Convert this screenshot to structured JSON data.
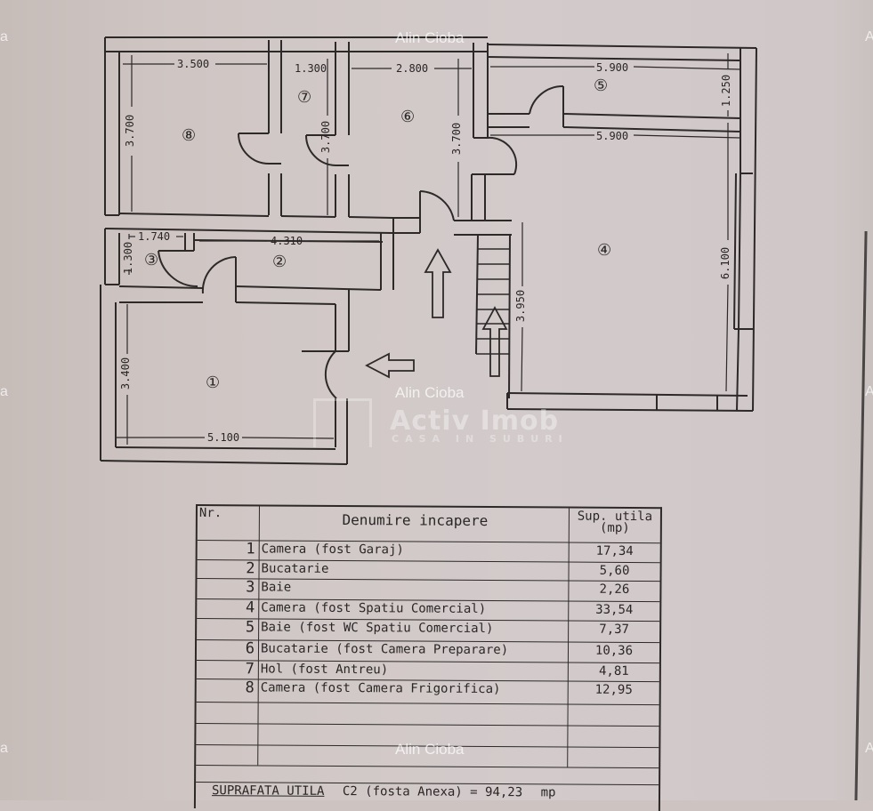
{
  "document": {
    "type": "floor-plan",
    "colors": {
      "paper": "#cfc6c4",
      "ink": "#2d2929",
      "watermark": "#ffffff"
    }
  },
  "watermarks": {
    "author": "Alin Cioba",
    "brand": "Activ Imob",
    "brand_tagline": "CASA IN SUBURI",
    "edge_fragment_left": "a",
    "edge_fragment_right": "A"
  },
  "plan": {
    "rooms": [
      {
        "id": "1",
        "label": "①"
      },
      {
        "id": "2",
        "label": "②"
      },
      {
        "id": "3",
        "label": "③"
      },
      {
        "id": "4",
        "label": "④"
      },
      {
        "id": "5",
        "label": "⑤"
      },
      {
        "id": "6",
        "label": "⑥"
      },
      {
        "id": "7",
        "label": "⑦"
      },
      {
        "id": "8",
        "label": "⑧"
      }
    ],
    "dimensions": {
      "room8_width": "3.500",
      "room8_height": "3.700",
      "room7_width": "1.300",
      "room7_height": "3.700",
      "room6_width": "2.800",
      "room6_height": "3.700",
      "room5_width": "5.900",
      "room5_height": "1.250",
      "room4_width": "5.900",
      "room4_height": "6.100",
      "room3_width": "1.740",
      "room3_height": "1.300",
      "room2_width": "4.310",
      "room1_width": "5.100",
      "room1_height": "3.400",
      "stairs_length": "3.950"
    }
  },
  "table": {
    "headers": {
      "nr": "Nr.",
      "name": "Denumire incapere",
      "area": "Sup. utila",
      "area_unit": "(mp)"
    },
    "rows": [
      {
        "nr": "1",
        "name": "Camera (fost Garaj)",
        "area": "17,34"
      },
      {
        "nr": "2",
        "name": "Bucatarie",
        "area": "5,60"
      },
      {
        "nr": "3",
        "name": "Baie",
        "area": "2,26"
      },
      {
        "nr": "4",
        "name": "Camera (fost Spatiu Comercial)",
        "area": "33,54"
      },
      {
        "nr": "5",
        "name": "Baie (fost WC Spatiu Comercial)",
        "area": "7,37"
      },
      {
        "nr": "6",
        "name": "Bucatarie (fost Camera Preparare)",
        "area": "10,36"
      },
      {
        "nr": "7",
        "name": "Hol (fost Antreu)",
        "area": "4,81"
      },
      {
        "nr": "8",
        "name": "Camera (fost Camera Frigorifica)",
        "area": "12,95"
      }
    ],
    "total": {
      "label": "SUPRAFATA UTILA",
      "text": "C2 (fosta Anexa) = 94,23",
      "unit": "mp"
    }
  }
}
